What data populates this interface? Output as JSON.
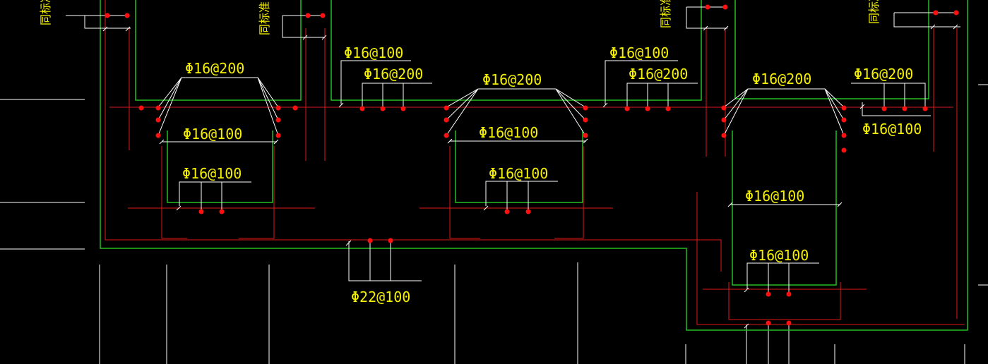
{
  "colors": {
    "background": "#000000",
    "red_line": "#e01818",
    "green_line": "#22c022",
    "white_line": "#ffffff",
    "label": "#f5f000",
    "rebar_dot": "#ff1010"
  },
  "labels": {
    "l1": "Φ16@200",
    "l2": "Φ16@100",
    "l3": "Φ16@100",
    "l4": "Φ16@100",
    "l5": "Φ16@200",
    "l6": "Φ16@200",
    "l7": "Φ16@100",
    "l8": "Φ16@100",
    "l9": "Φ16@100",
    "l10": "Φ16@200",
    "l11": "Φ16@200",
    "l12": "Φ16@200",
    "l13": "Φ16@100",
    "l14": "Φ16@100",
    "l15": "Φ16@100",
    "l16": "Φ22@100"
  },
  "vertical_labels": {
    "v1": "同标准",
    "v2": "同标准",
    "v3": "同标准",
    "v4": "同标准"
  }
}
